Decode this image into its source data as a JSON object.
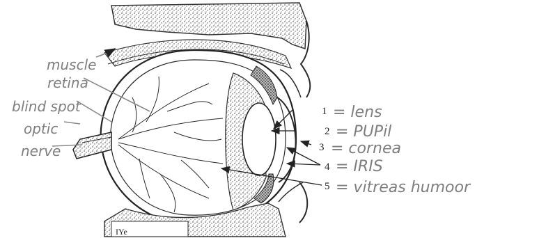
{
  "diagram": {
    "handwritten_labels": {
      "muscle": "muscle",
      "retina": "retina",
      "blind_spot": "blind spot",
      "optic": "optic",
      "nerve": "nerve"
    },
    "numbered_labels": [
      {
        "number": "1",
        "answer": "= lens"
      },
      {
        "number": "2",
        "answer": "= PUPil"
      },
      {
        "number": "3",
        "answer": "= cornea"
      },
      {
        "number": "4",
        "answer": "= IRIS"
      },
      {
        "number": "5",
        "answer": "= vitreas humoor"
      }
    ],
    "printed_fragment": "IYe"
  }
}
